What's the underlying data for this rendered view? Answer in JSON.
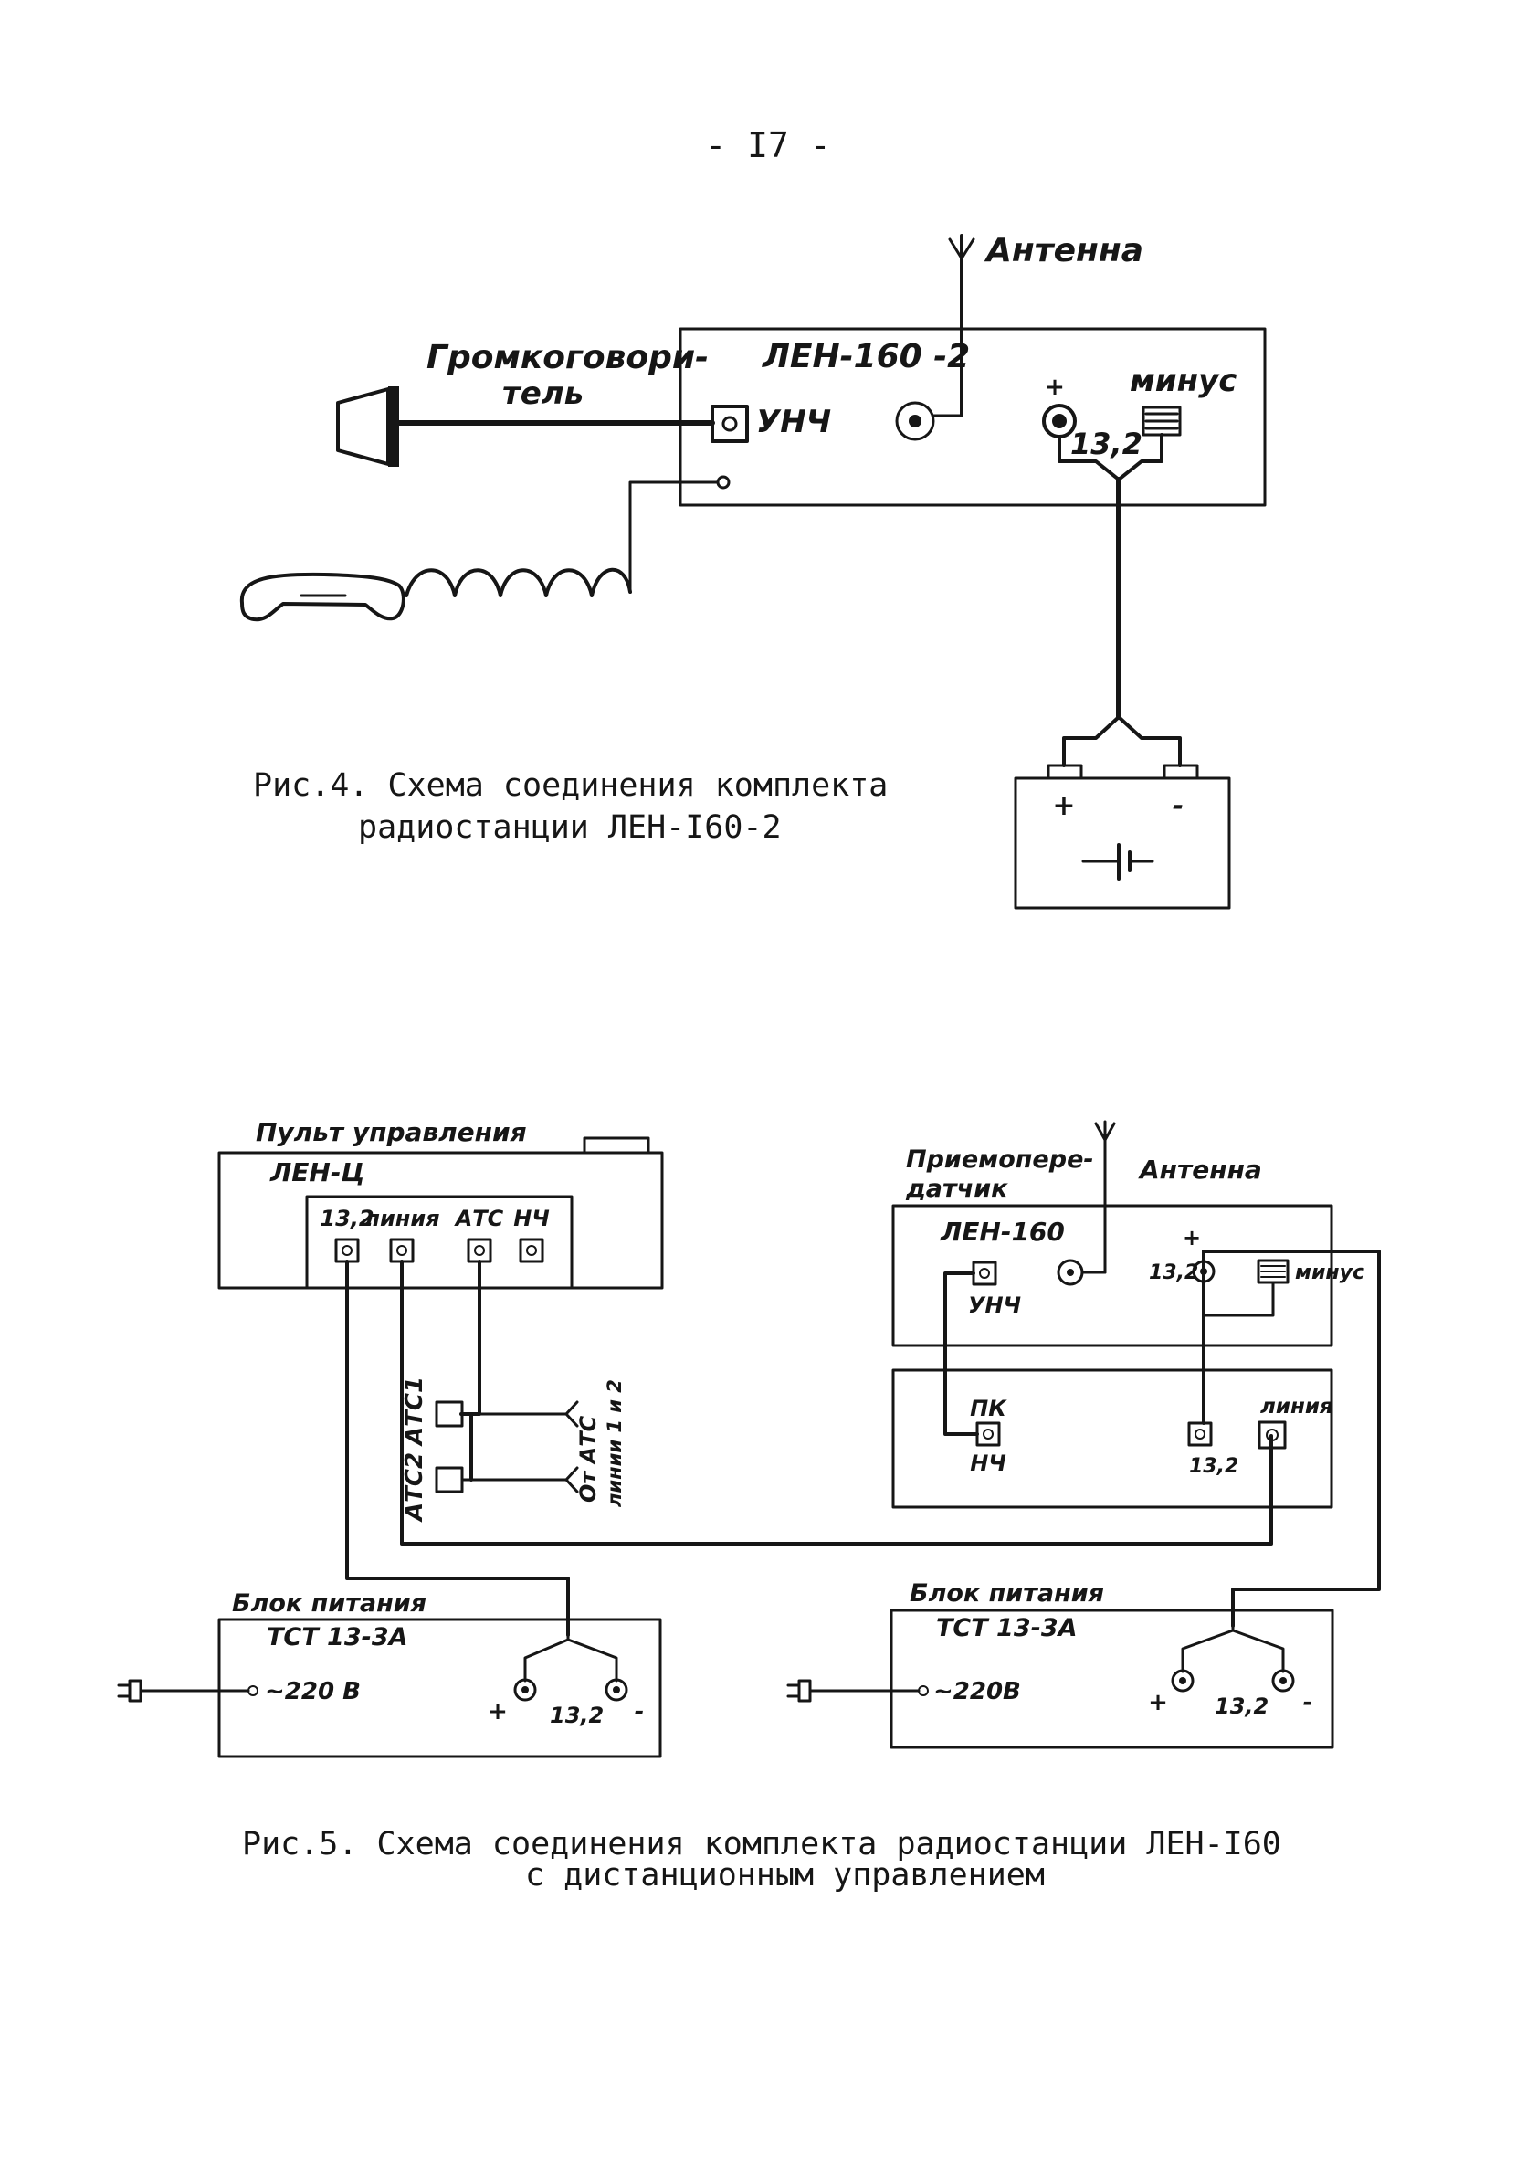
{
  "page_number": "- I7 -",
  "fig4": {
    "antenna": "Антенна",
    "speaker_line1": "Громкоговори-",
    "speaker_line2": "тель",
    "unit": "ЛЕН-160 -2",
    "unch": "УНЧ",
    "plus": "+",
    "minus_word": "минус",
    "voltage": "13,2",
    "battery_plus": "+",
    "battery_minus": "-",
    "caption_line1": "Рис.4. Схема соединения комплекта",
    "caption_line2": "радиостанции ЛЕН-I60-2"
  },
  "fig5": {
    "console_title": "Пульт управления",
    "console_unit": "ЛЕН-Ц",
    "console_terminals": [
      "13,2",
      "линия",
      "АТС",
      "НЧ"
    ],
    "atc1": "АТС1",
    "atc2": "АТС2",
    "from_atc_line1": "От АТС",
    "from_atc_line2": "линии 1 и 2",
    "transceiver_line1": "Приемопере-",
    "transceiver_line2": "датчик",
    "antenna": "Антенна",
    "len160": "ЛЕН-160",
    "plus": "+",
    "voltage": "13,2",
    "minus_word": "минус",
    "unch": "УНЧ",
    "pk": "ПК",
    "nch": "НЧ",
    "liniya": "линия",
    "psu_title": "Блок питания",
    "psu_model": "ТСТ 13-3А",
    "ac_left": "~220 В",
    "ac_right": "~220В",
    "psu_plus": "+",
    "psu_minus": "-",
    "caption_line1": "Рис.5. Схема соединения комплекта радиостанции ЛЕН-I60",
    "caption_line2": "с дистанционным управлением"
  }
}
